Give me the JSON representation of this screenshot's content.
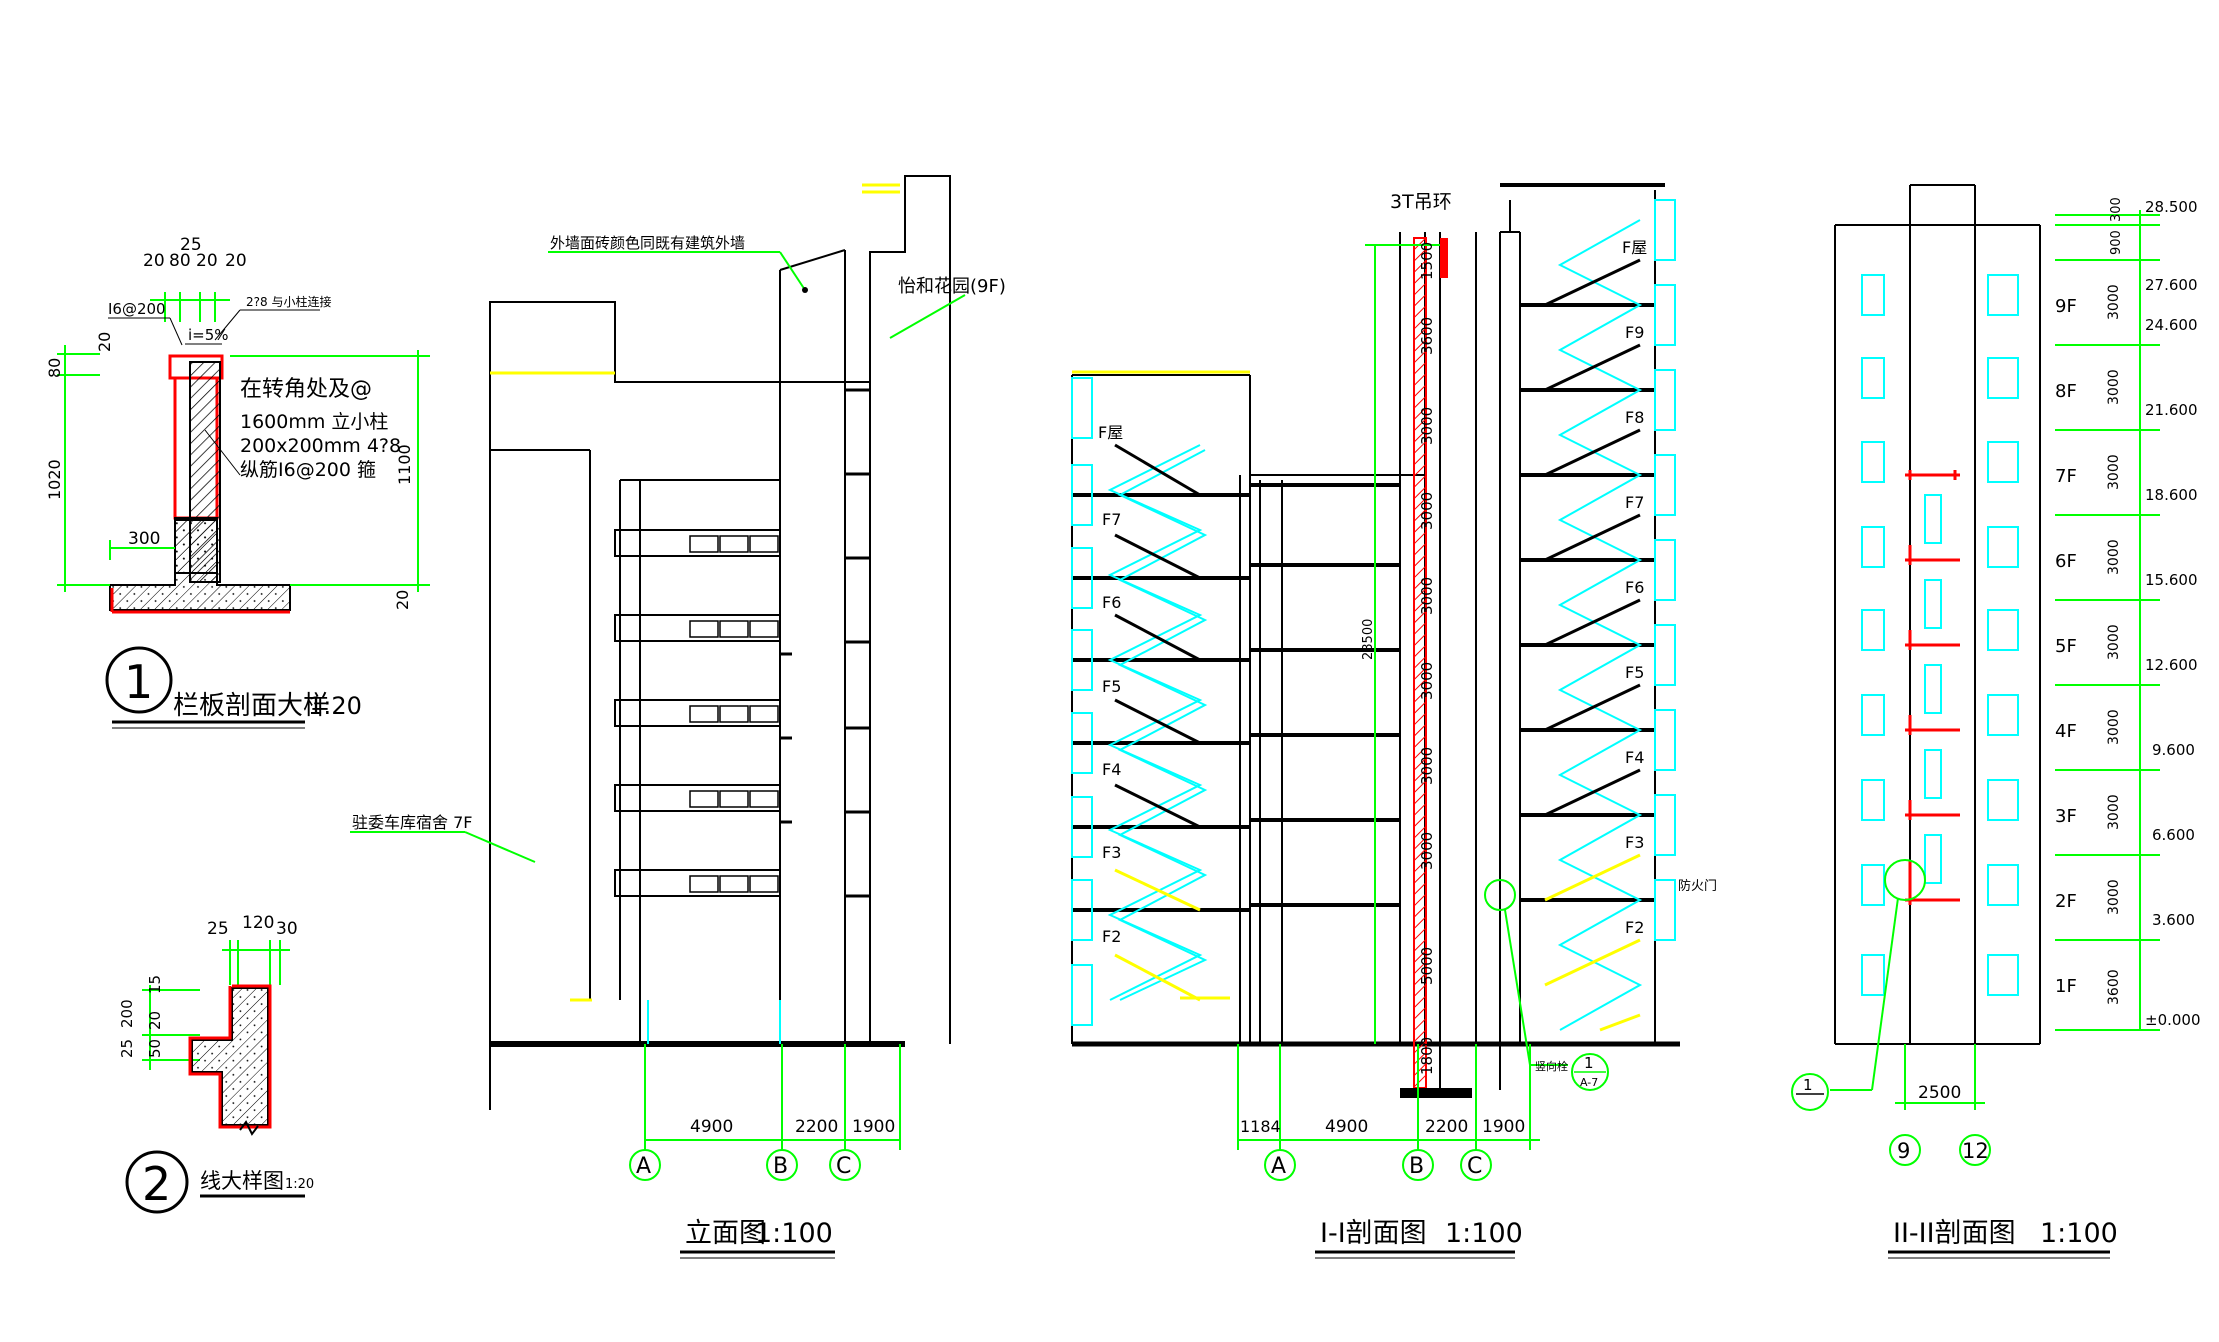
{
  "detail1": {
    "number": "1",
    "title": "栏板剖面大样",
    "scale": "1:20",
    "dims_top": [
      "20",
      "80",
      "20",
      "20",
      "25"
    ],
    "note_left": "I6@200",
    "note_right": "2?8 与小柱连接",
    "slope": "i=5%",
    "note_corner_1": "在转角处及@",
    "note_corner_2": "1600mm 立小柱",
    "note_corner_3": "200x200mm 4?8",
    "note_corner_4": "纵筋I6@200 箍",
    "dim_80": "80",
    "dim_20a": "20",
    "dim_1020": "1020",
    "dim_1100": "1100",
    "dim_20b": "20",
    "dim_300": "300"
  },
  "detail2": {
    "number": "2",
    "title": "线大样图",
    "scale": "1:20",
    "dims_top": [
      "25",
      "120",
      "30"
    ],
    "dims_left": [
      "200",
      "20",
      "15",
      "25",
      "50"
    ]
  },
  "elevation": {
    "title": "立面图",
    "scale": "1:100",
    "note_wall": "外墙面砖颜色同既有建筑外墙",
    "note_garden": "怡和花园(9F)",
    "note_dorm": "驻委车库宿舍 7F",
    "dims": [
      "4900",
      "2200",
      "1900"
    ],
    "axes": [
      "A",
      "B",
      "C"
    ]
  },
  "section1": {
    "title": "I-I剖面图",
    "scale": "1:100",
    "crane": "3T吊环",
    "floors_left": [
      "F屋",
      "F7",
      "F6",
      "F5",
      "F4",
      "F3",
      "F2"
    ],
    "floors_right": [
      "F屋",
      "F9",
      "F8",
      "F7",
      "F6",
      "F5",
      "F4",
      "F3",
      "F2"
    ],
    "shaft_dims": [
      "1500",
      "3600",
      "3000",
      "3000",
      "3000",
      "3000",
      "3000",
      "3000",
      "5000",
      "1800"
    ],
    "total_dim": "28500",
    "door_label": "防火门",
    "ref_label": "竖向栓",
    "ref_num": "1",
    "ref_sheet": "A-7",
    "dims": [
      "1184",
      "4900",
      "2200",
      "1900"
    ],
    "axes": [
      "A",
      "B",
      "C"
    ]
  },
  "section2": {
    "title": "II-II剖面图",
    "scale": "1:100",
    "floors": [
      "9F",
      "8F",
      "7F",
      "6F",
      "5F",
      "4F",
      "3F",
      "2F",
      "1F"
    ],
    "heights": [
      "3000",
      "3000",
      "3000",
      "3000",
      "3000",
      "3000",
      "3000",
      "3000",
      "3600"
    ],
    "top_heights": [
      "300",
      "900"
    ],
    "elevations": [
      "28.500",
      "27.600",
      "24.600",
      "21.600",
      "18.600",
      "15.600",
      "12.600",
      "9.600",
      "6.600",
      "3.600",
      "±0.000"
    ],
    "dim": "2500",
    "axes": [
      "9",
      "12"
    ],
    "ref_num": "1"
  }
}
